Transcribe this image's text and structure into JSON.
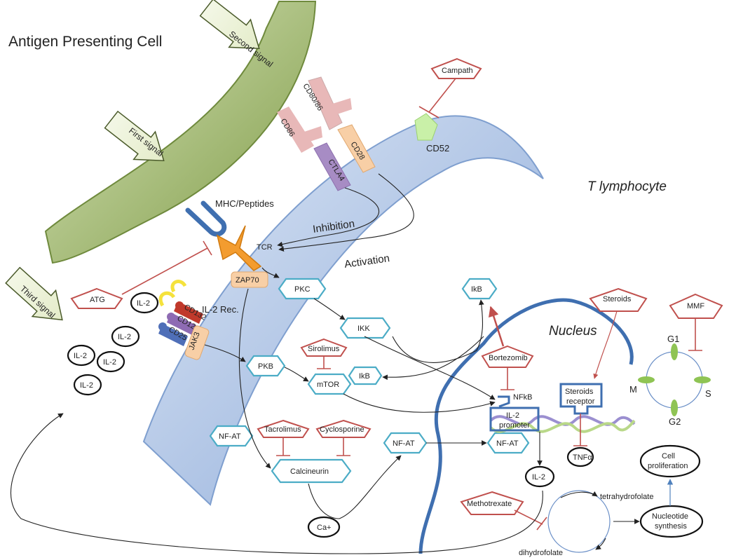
{
  "cells": {
    "apc_label": "Antigen Presenting Cell",
    "t_label": "T lymphocyte",
    "nucleus_label": "Nucleus"
  },
  "signals": {
    "first": "First signal",
    "second": "Second signal",
    "third": "Third signal"
  },
  "membrane": {
    "mhc": "MHC/Peptides",
    "tcr": "TCR",
    "cd80": "CD80/86",
    "cd86": "CD86",
    "cd28": "CD28",
    "ctla4": "CTLA4",
    "cd52": "CD52",
    "inhibition": "Inhibition",
    "activation": "Activation",
    "il2rec": "IL-2 Rec.",
    "cd132": "CD132",
    "cd122": "CD122",
    "cd25": "CD25",
    "jak3": "JAK3",
    "zap70": "ZAP70"
  },
  "molecules": {
    "pkc": "PKC",
    "ikk": "IKK",
    "pkb": "PKB",
    "mtor": "mTOR",
    "ikb_center": "IkB",
    "ikb_top": "IkB",
    "nfat_left": "NF-AT",
    "nfat_mid": "NF-AT",
    "nfat_nuc": "NF-AT",
    "calcineurin": "Calcineurin",
    "nfkb": "NFkB",
    "il2_promoter_1": "IL-2",
    "il2_promoter_2": "promoter",
    "steroids_receptor_1": "Steroids",
    "steroids_receptor_2": "receptor"
  },
  "drugs": {
    "campath": "Campath",
    "atg": "ATG",
    "sirolimus": "Sirolimus",
    "tacrolimus": "Tacrolimus",
    "cyclosporine": "Cyclosporine",
    "bortezomib": "Bortezomib",
    "steroids": "Steroids",
    "mmf": "MMF",
    "methotrexate": "Methotrexate"
  },
  "ovals": {
    "il2_a": "IL-2",
    "il2_b": "IL-2",
    "il2_c": "IL-2",
    "il2_d": "IL-2",
    "il2_e": "IL-2",
    "il2_nuc": "IL-2",
    "ca": "Ca+",
    "tnf": "TNFα",
    "cell_prolif_1": "Cell",
    "cell_prolif_2": "proliferation",
    "nucleotide_1": "Nucleotide",
    "nucleotide_2": "synthesis"
  },
  "cycle": {
    "g1": "G1",
    "s": "S",
    "g2": "G2",
    "m": "M"
  },
  "folate": {
    "tetra": "tetrahydrofolate",
    "dihydro": "dihydrofolate"
  }
}
